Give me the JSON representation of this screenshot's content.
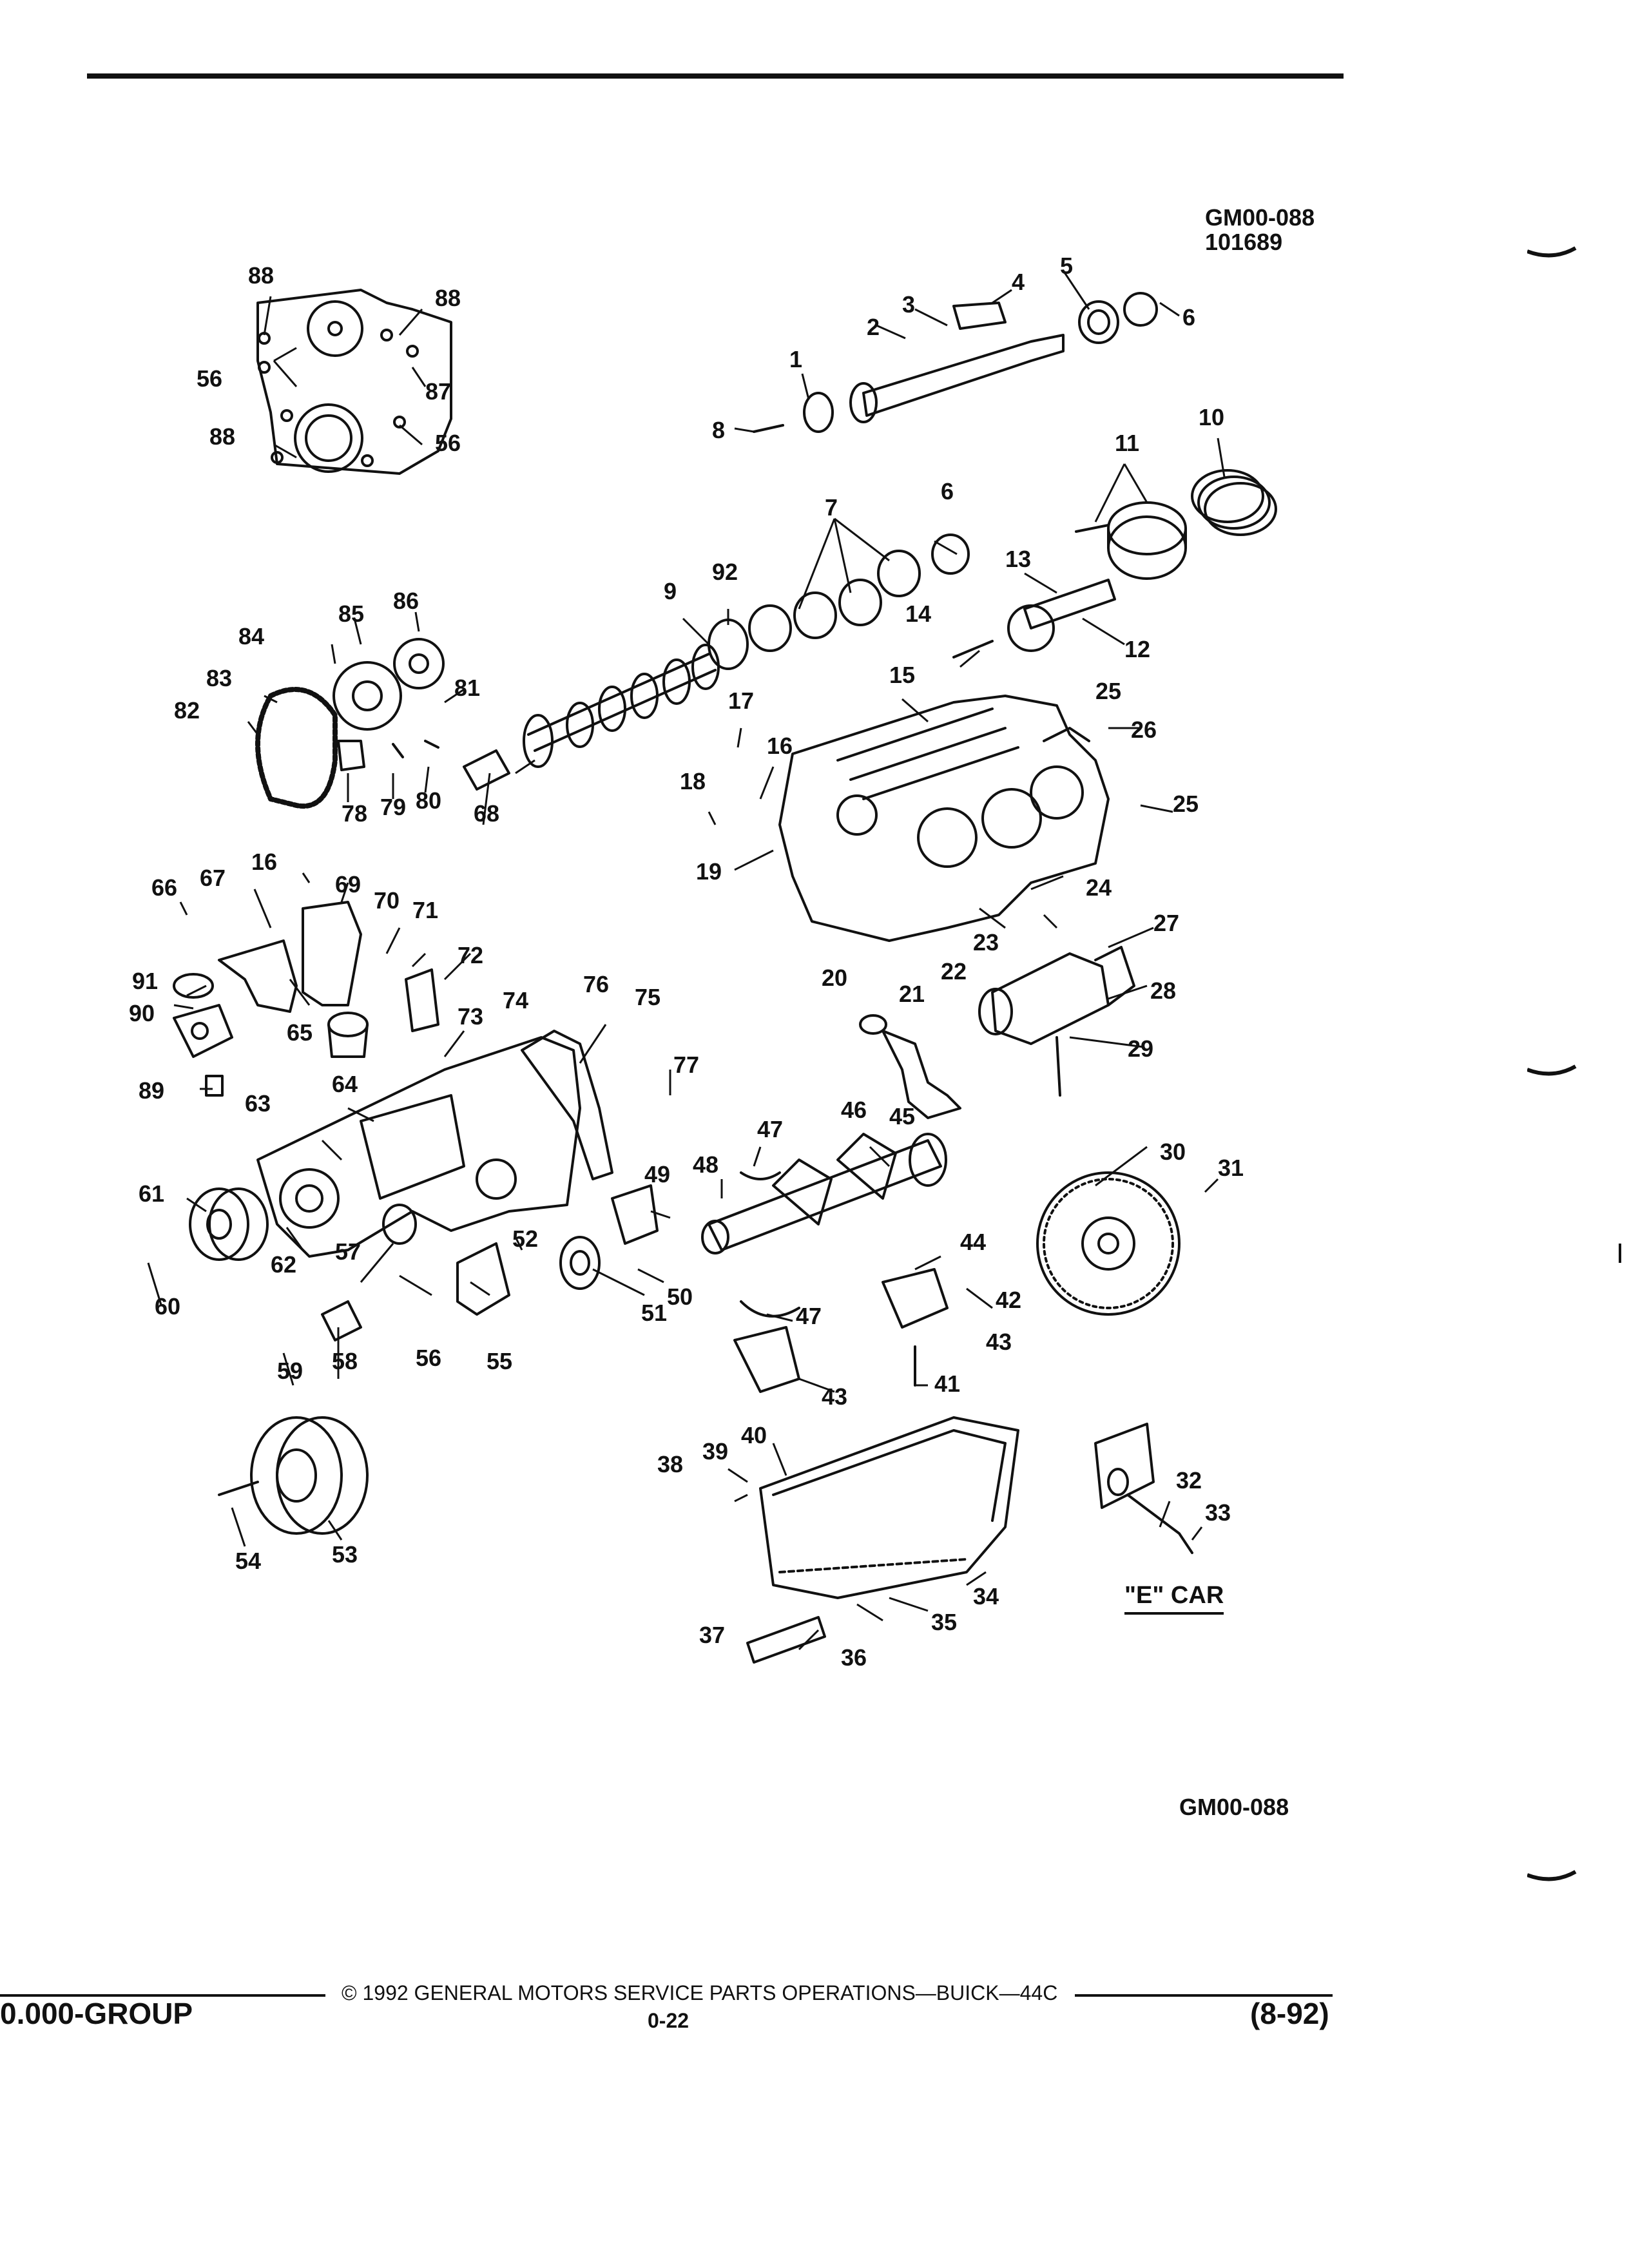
{
  "header": {
    "figure_code": "GM00-088",
    "figure_date": "101689"
  },
  "diagram": {
    "callouts": [
      "1",
      "2",
      "3",
      "4",
      "5",
      "6",
      "7",
      "8",
      "9",
      "10",
      "11",
      "12",
      "13",
      "14",
      "15",
      "16",
      "17",
      "18",
      "19",
      "20",
      "21",
      "22",
      "23",
      "24",
      "25",
      "26",
      "27",
      "28",
      "29",
      "30",
      "31",
      "32",
      "33",
      "34",
      "35",
      "36",
      "37",
      "38",
      "39",
      "40",
      "41",
      "42",
      "43",
      "44",
      "45",
      "46",
      "47",
      "48",
      "49",
      "50",
      "51",
      "52",
      "53",
      "54",
      "55",
      "56",
      "57",
      "58",
      "59",
      "60",
      "61",
      "62",
      "63",
      "64",
      "65",
      "66",
      "67",
      "68",
      "69",
      "70",
      "71",
      "72",
      "73",
      "74",
      "75",
      "76",
      "77",
      "78",
      "79",
      "80",
      "81",
      "82",
      "83",
      "84",
      "85",
      "86",
      "87",
      "88",
      "89",
      "90",
      "91",
      "92"
    ],
    "inset_label": "\"E\" CAR",
    "bottom_code": "GM00-088"
  },
  "footer": {
    "copyright": "© 1992 GENERAL MOTORS SERVICE PARTS OPERATIONS—BUICK—44C",
    "group": "0.000-GROUP",
    "page": "0-22",
    "date": "(8-92)"
  }
}
